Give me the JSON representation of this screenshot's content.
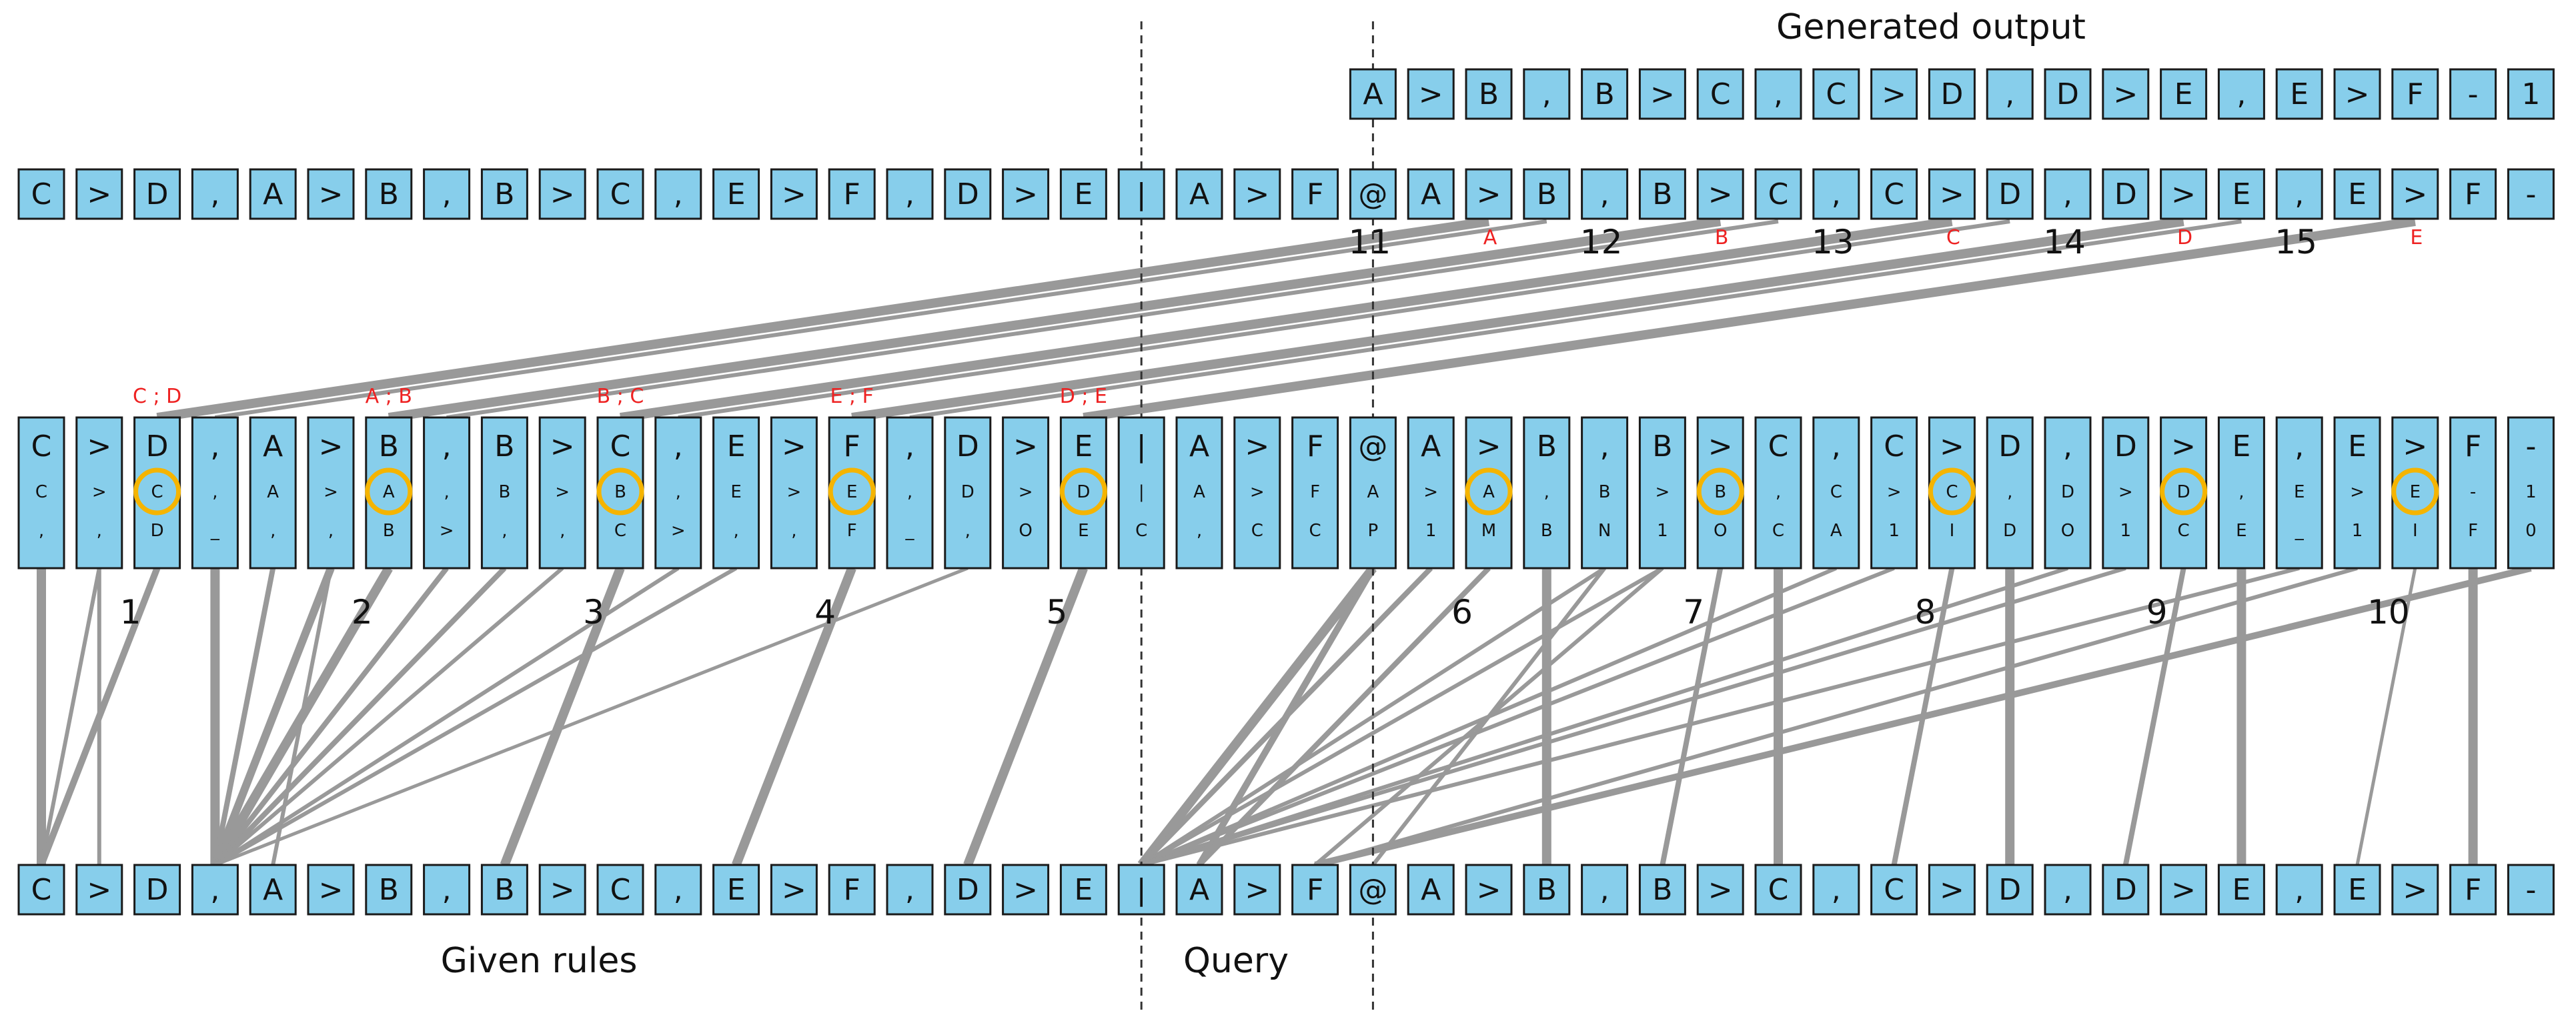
{
  "titles": {
    "generated_output": "Generated output",
    "given_rules": "Given rules",
    "query": "Query"
  },
  "bottom_tokens": [
    "C",
    ">",
    "D",
    ",",
    "A",
    ">",
    "B",
    ",",
    "B",
    ">",
    "C",
    ",",
    "E",
    ">",
    "F",
    ",",
    "D",
    ">",
    "E",
    "|",
    "A",
    ">",
    "F",
    "@",
    "A",
    ">",
    "B",
    ",",
    "B",
    ">",
    "C",
    ",",
    "C",
    ">",
    "D",
    ",",
    "D",
    ">",
    "E",
    ",",
    "E",
    ">",
    "F",
    "-"
  ],
  "top_tokens": [
    "C",
    ">",
    "D",
    ",",
    "A",
    ">",
    "B",
    ",",
    "B",
    ">",
    "C",
    ",",
    "E",
    ">",
    "F",
    ",",
    "D",
    ">",
    "E",
    "|",
    "A",
    ">",
    "F",
    "@",
    "A",
    ">",
    "B",
    ",",
    "B",
    ">",
    "C",
    ",",
    "C",
    ">",
    "D",
    ",",
    "D",
    ">",
    "E",
    ",",
    "E",
    ">",
    "F",
    "-"
  ],
  "middle_tokens": [
    {
      "main": "C",
      "sub": [
        "C",
        ","
      ]
    },
    {
      "main": ">",
      "sub": [
        ">",
        ","
      ]
    },
    {
      "main": "D",
      "sub": [
        "C",
        "D"
      ]
    },
    {
      "main": ",",
      "sub": [
        ",",
        "_"
      ]
    },
    {
      "main": "A",
      "sub": [
        "A",
        ","
      ]
    },
    {
      "main": ">",
      "sub": [
        ">",
        ","
      ]
    },
    {
      "main": "B",
      "sub": [
        "A",
        "B"
      ]
    },
    {
      "main": ",",
      "sub": [
        ",",
        ">"
      ]
    },
    {
      "main": "B",
      "sub": [
        "B",
        ","
      ]
    },
    {
      "main": ">",
      "sub": [
        ">",
        ","
      ]
    },
    {
      "main": "C",
      "sub": [
        "B",
        "C"
      ]
    },
    {
      "main": ",",
      "sub": [
        ",",
        ">"
      ]
    },
    {
      "main": "E",
      "sub": [
        "E",
        ","
      ]
    },
    {
      "main": ">",
      "sub": [
        ">",
        ","
      ]
    },
    {
      "main": "F",
      "sub": [
        "E",
        "F"
      ]
    },
    {
      "main": ",",
      "sub": [
        ",",
        "_"
      ]
    },
    {
      "main": "D",
      "sub": [
        "D",
        ","
      ]
    },
    {
      "main": ">",
      "sub": [
        ">",
        "O"
      ]
    },
    {
      "main": "E",
      "sub": [
        "D",
        "E"
      ]
    },
    {
      "main": "|",
      "sub": [
        "|",
        "C"
      ]
    },
    {
      "main": "A",
      "sub": [
        "A",
        ","
      ]
    },
    {
      "main": ">",
      "sub": [
        ">",
        "C"
      ]
    },
    {
      "main": "F",
      "sub": [
        "F",
        "C"
      ]
    },
    {
      "main": "@",
      "sub": [
        "A",
        "P"
      ]
    },
    {
      "main": "A",
      "sub": [
        ">",
        "1"
      ]
    },
    {
      "main": ">",
      "sub": [
        "A",
        "M"
      ]
    },
    {
      "main": "B",
      "sub": [
        ",",
        "B"
      ]
    },
    {
      "main": ",",
      "sub": [
        "B",
        "N"
      ]
    },
    {
      "main": "B",
      "sub": [
        ">",
        "1"
      ]
    },
    {
      "main": ">",
      "sub": [
        "B",
        "O"
      ]
    },
    {
      "main": "C",
      "sub": [
        ",",
        "C"
      ]
    },
    {
      "main": ",",
      "sub": [
        "C",
        "A"
      ]
    },
    {
      "main": "C",
      "sub": [
        ">",
        "1"
      ]
    },
    {
      "main": ">",
      "sub": [
        "C",
        "I"
      ]
    },
    {
      "main": "D",
      "sub": [
        ",",
        "D"
      ]
    },
    {
      "main": ",",
      "sub": [
        "D",
        "O"
      ]
    },
    {
      "main": "D",
      "sub": [
        ">",
        "1"
      ]
    },
    {
      "main": ">",
      "sub": [
        "D",
        "C"
      ]
    },
    {
      "main": "E",
      "sub": [
        ",",
        "E"
      ]
    },
    {
      "main": ",",
      "sub": [
        "E",
        "_"
      ]
    },
    {
      "main": "E",
      "sub": [
        ">",
        "1"
      ]
    },
    {
      "main": ">",
      "sub": [
        "E",
        "I"
      ]
    },
    {
      "main": "F",
      "sub": [
        "-",
        "F"
      ]
    },
    {
      "main": "-",
      "sub": [
        "1",
        "0"
      ]
    }
  ],
  "generated_tokens": [
    "A",
    ">",
    "B",
    ",",
    "B",
    ">",
    "C",
    ",",
    "C",
    ">",
    "D",
    ",",
    "D",
    ">",
    "E",
    ",",
    "E",
    ">",
    "F",
    "-",
    "1"
  ],
  "highlighted_positions": [
    2,
    6,
    10,
    14,
    18,
    25,
    29,
    33,
    37,
    41
  ],
  "step_numbers_middle": [
    {
      "label": "1",
      "pos": 2
    },
    {
      "label": "2",
      "pos": 6
    },
    {
      "label": "3",
      "pos": 10
    },
    {
      "label": "4",
      "pos": 14
    },
    {
      "label": "5",
      "pos": 18
    },
    {
      "label": "6",
      "pos": 25
    },
    {
      "label": "7",
      "pos": 29
    },
    {
      "label": "8",
      "pos": 33
    },
    {
      "label": "9",
      "pos": 37
    },
    {
      "label": "10",
      "pos": 41
    }
  ],
  "step_numbers_top": [
    {
      "label": "11",
      "pos": 23
    },
    {
      "label": "12",
      "pos": 27
    },
    {
      "label": "13",
      "pos": 31
    },
    {
      "label": "14",
      "pos": 35
    },
    {
      "label": "15",
      "pos": 39
    }
  ],
  "red_labels_middle": [
    {
      "text": "C ; D",
      "pos": 2
    },
    {
      "text": "A ; B",
      "pos": 6
    },
    {
      "text": "B ; C",
      "pos": 10
    },
    {
      "text": "E ; F",
      "pos": 14
    },
    {
      "text": "D ; E",
      "pos": 18
    }
  ],
  "red_labels_top": [
    {
      "text": "A",
      "pos": 25
    },
    {
      "text": "B",
      "pos": 29
    },
    {
      "text": "C",
      "pos": 33
    },
    {
      "text": "D",
      "pos": 37
    },
    {
      "text": "E",
      "pos": 41
    }
  ],
  "top_to_middle_links": [
    {
      "from": 25,
      "to": 2,
      "w": 14
    },
    {
      "from": 29,
      "to": 6,
      "w": 14
    },
    {
      "from": 33,
      "to": 10,
      "w": 14
    },
    {
      "from": 37,
      "to": 14,
      "w": 14
    },
    {
      "from": 41,
      "to": 18,
      "w": 14
    },
    {
      "from": 26,
      "to": 3,
      "w": 6
    },
    {
      "from": 30,
      "to": 7,
      "w": 6
    },
    {
      "from": 34,
      "to": 11,
      "w": 6
    },
    {
      "from": 38,
      "to": 15,
      "w": 6
    }
  ],
  "middle_to_bottom_links": [
    {
      "from": 0,
      "to": 0,
      "w": 14
    },
    {
      "from": 1,
      "to": 0,
      "w": 6
    },
    {
      "from": 1,
      "to": 1,
      "w": 6
    },
    {
      "from": 2,
      "to": 0,
      "w": 10
    },
    {
      "from": 3,
      "to": 3,
      "w": 14
    },
    {
      "from": 4,
      "to": 3,
      "w": 8
    },
    {
      "from": 5,
      "to": 3,
      "w": 12
    },
    {
      "from": 5,
      "to": 4,
      "w": 6
    },
    {
      "from": 6,
      "to": 3,
      "w": 14
    },
    {
      "from": 7,
      "to": 3,
      "w": 8
    },
    {
      "from": 8,
      "to": 3,
      "w": 8
    },
    {
      "from": 9,
      "to": 3,
      "w": 6
    },
    {
      "from": 10,
      "to": 8,
      "w": 14
    },
    {
      "from": 11,
      "to": 3,
      "w": 6
    },
    {
      "from": 12,
      "to": 3,
      "w": 6
    },
    {
      "from": 14,
      "to": 12,
      "w": 14
    },
    {
      "from": 16,
      "to": 3,
      "w": 5
    },
    {
      "from": 18,
      "to": 16,
      "w": 14
    },
    {
      "from": 23,
      "to": 19,
      "w": 14
    },
    {
      "from": 23,
      "to": 20,
      "w": 10
    },
    {
      "from": 24,
      "to": 19,
      "w": 8
    },
    {
      "from": 25,
      "to": 20,
      "w": 8
    },
    {
      "from": 26,
      "to": 26,
      "w": 14
    },
    {
      "from": 27,
      "to": 19,
      "w": 6
    },
    {
      "from": 27,
      "to": 23,
      "w": 6
    },
    {
      "from": 28,
      "to": 19,
      "w": 6
    },
    {
      "from": 28,
      "to": 22,
      "w": 6
    },
    {
      "from": 29,
      "to": 28,
      "w": 8
    },
    {
      "from": 30,
      "to": 30,
      "w": 14
    },
    {
      "from": 31,
      "to": 19,
      "w": 6
    },
    {
      "from": 32,
      "to": 19,
      "w": 6
    },
    {
      "from": 33,
      "to": 32,
      "w": 8
    },
    {
      "from": 34,
      "to": 34,
      "w": 14
    },
    {
      "from": 35,
      "to": 19,
      "w": 6
    },
    {
      "from": 36,
      "to": 19,
      "w": 6
    },
    {
      "from": 37,
      "to": 36,
      "w": 8
    },
    {
      "from": 38,
      "to": 38,
      "w": 14
    },
    {
      "from": 39,
      "to": 19,
      "w": 6
    },
    {
      "from": 40,
      "to": 22,
      "w": 6
    },
    {
      "from": 41,
      "to": 40,
      "w": 5
    },
    {
      "from": 42,
      "to": 42,
      "w": 14
    },
    {
      "from": 43,
      "to": 22,
      "w": 10
    }
  ]
}
